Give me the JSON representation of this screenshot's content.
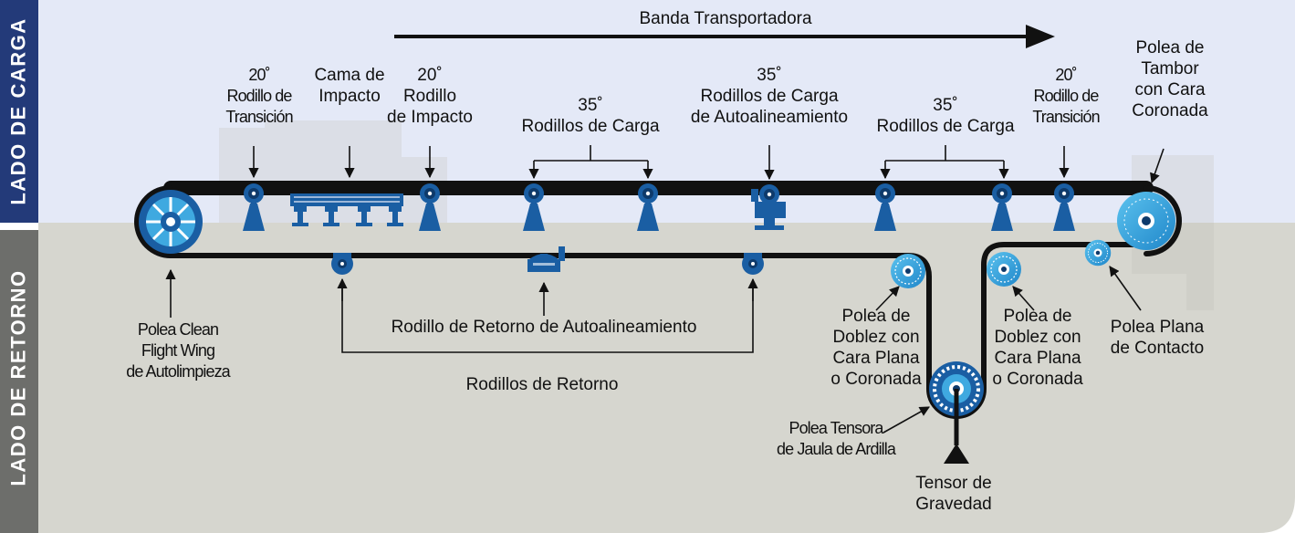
{
  "side_tabs": {
    "loading_side": "LADO DE CARGA",
    "return_side": "LADO DE RETORNO"
  },
  "title": "Banda Transportadora",
  "colors": {
    "upper_bg": "#e4e9f7",
    "lower_bg": "#d6d6cf",
    "component_blue": "#1a5ea3",
    "pulley_light": "#3fa9e0",
    "belt": "#111111",
    "tab_blue": "#233a79",
    "tab_gray": "#6d6e6b"
  },
  "labels": {
    "transition_left": {
      "angle": "20˚",
      "line1": "Rodillo de",
      "line2": "Transición"
    },
    "impact_bed": {
      "line1": "Cama de",
      "line2": "Impacto"
    },
    "impact_roller": {
      "angle": "20˚",
      "line1": "Rodillo",
      "line2": "de Impacto"
    },
    "carrying_left": {
      "angle": "35˚",
      "line1": "Rodillos de Carga"
    },
    "self_aligning": {
      "angle": "35˚",
      "line1": "Rodillos de Carga",
      "line2": "de Autoalineamiento"
    },
    "carrying_right": {
      "angle": "35˚",
      "line1": "Rodillos de Carga"
    },
    "transition_right": {
      "angle": "20˚",
      "line1": "Rodillo de",
      "line2": "Transición"
    },
    "drive_pulley": {
      "line1": "Polea de",
      "line2": "Tambor",
      "line3": "con Cara",
      "line4": "Coronada"
    },
    "wing_pulley": {
      "line1": "Polea Clean",
      "line2": "Flight Wing",
      "line3": "de Autolimpieza"
    },
    "return_self_aligning": "Rodillo de Retorno de Autoalineamiento",
    "return_rollers": "Rodillos de Retorno",
    "bend_left": {
      "line1": "Polea de",
      "line2": "Doblez con",
      "line3": "Cara Plana",
      "line4": "o Coronada"
    },
    "bend_right": {
      "line1": "Polea de",
      "line2": "Doblez con",
      "line3": "Cara Plana",
      "line4": "o Coronada"
    },
    "snub_pulley": {
      "line1": "Polea Plana",
      "line2": "de Contacto"
    },
    "take_up_pulley": {
      "line1": "Polea Tensora",
      "line2": "de Jaula de Ardilla"
    },
    "gravity_take_up": {
      "line1": "Tensor de",
      "line2": "Gravedad"
    }
  }
}
